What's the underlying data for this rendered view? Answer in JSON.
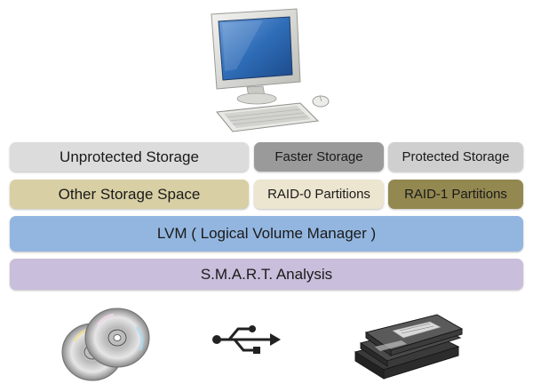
{
  "rows": {
    "row1": {
      "unprotected_storage": "Unprotected Storage",
      "faster_storage": "Faster Storage",
      "protected_storage": "Protected Storage"
    },
    "row2": {
      "other_storage_space": "Other Storage Space",
      "raid0_partitions": "RAID-0 Partitions",
      "raid1_partitions": "RAID-1 Partitions"
    },
    "lvm": "LVM ( Logical Volume Manager )",
    "smart": "S.M.A.R.T. Analysis"
  },
  "colors": {
    "unprotected": "#dcdcdc",
    "faster": "#9a9a9a",
    "protected": "#cfcfcf",
    "other_space": "#d8cfa4",
    "raid0": "#ece5cf",
    "raid1": "#938850",
    "lvm": "#93b6e0",
    "smart": "#c9bedb"
  },
  "icons": {
    "top": "desktop-computer-icon",
    "bottom": [
      "optical-discs-icon",
      "usb-icon",
      "hard-drives-icon"
    ]
  }
}
